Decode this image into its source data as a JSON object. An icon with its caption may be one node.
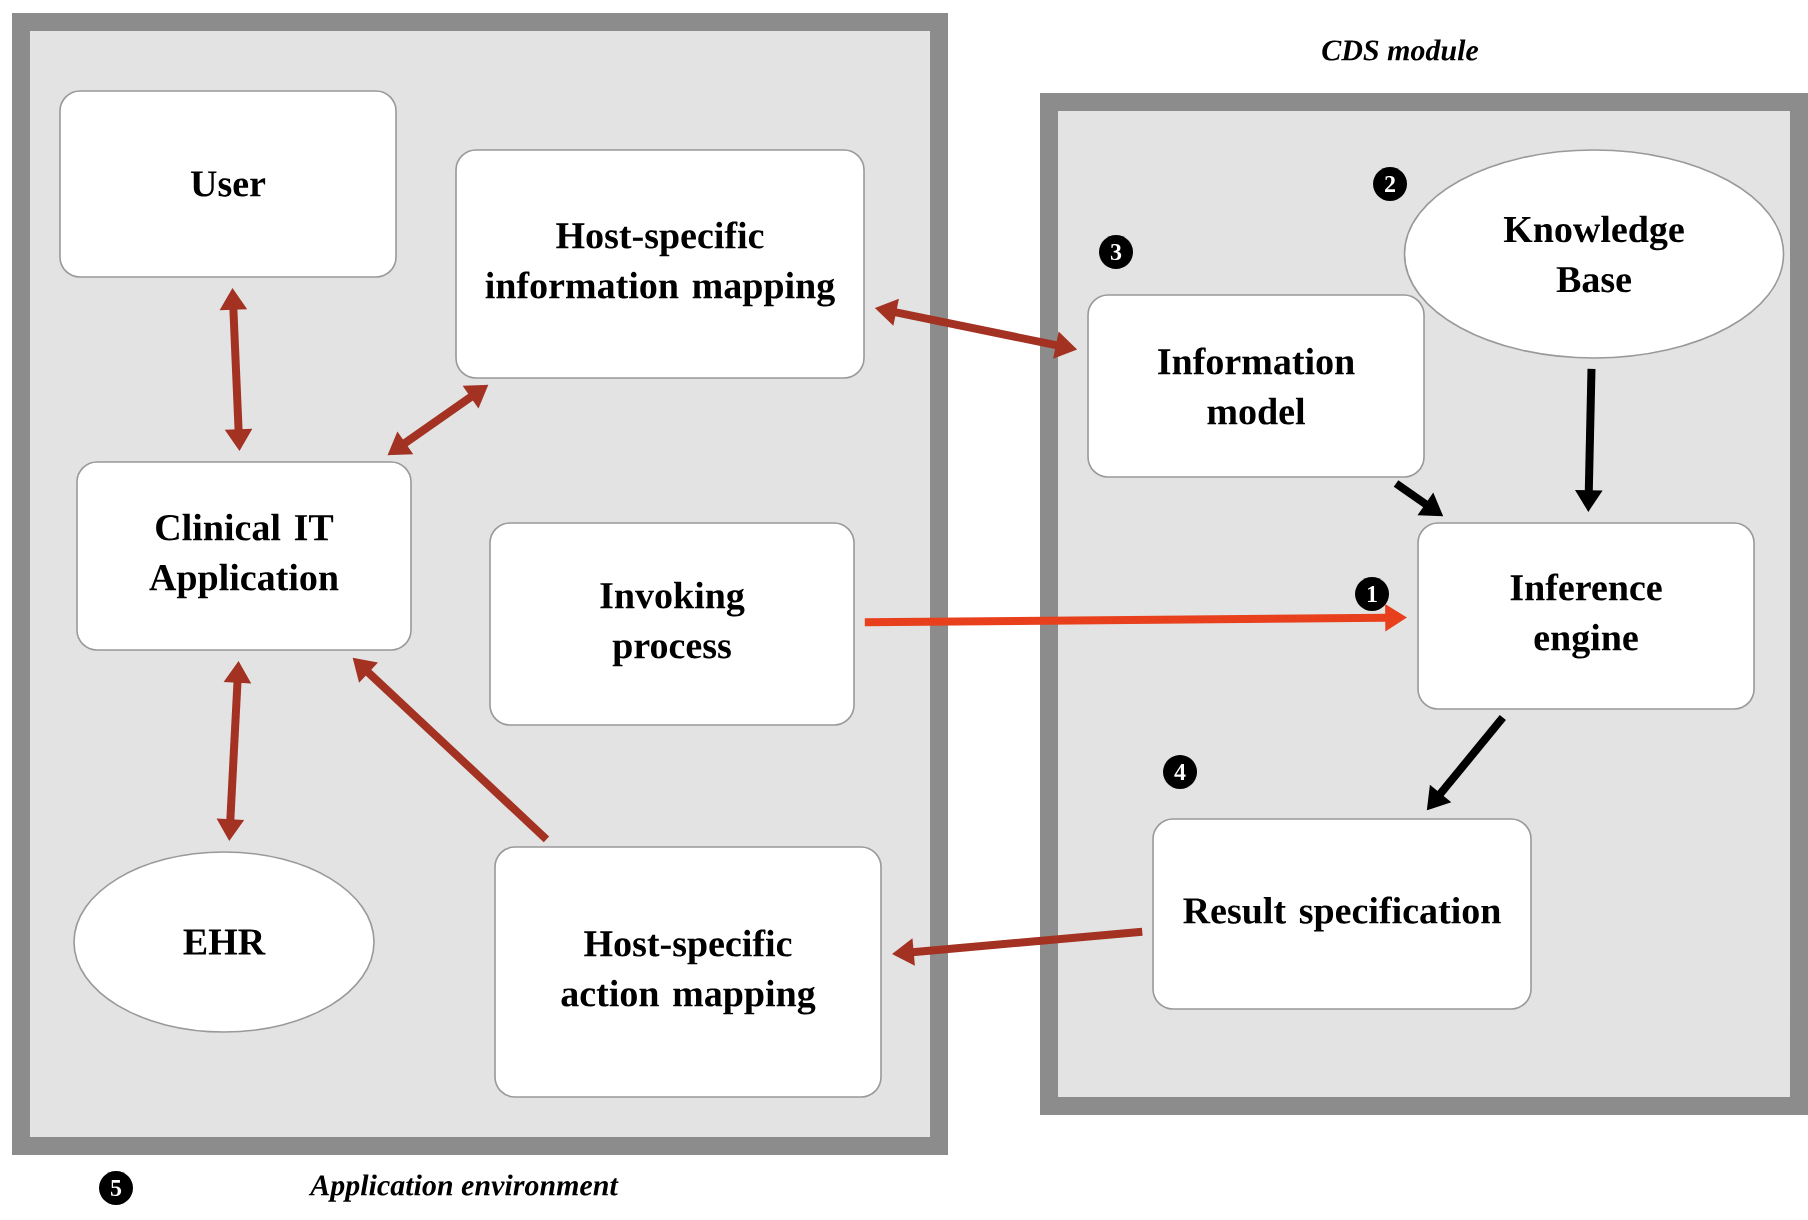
{
  "diagram": {
    "nodes": [
      {
        "text": [
          "Application environment"
        ],
        "beside": [
          "5"
        ]
      },
      {
        "text": [
          "CDS module"
        ]
      },
      {
        "text": [
          "User"
        ],
        "in": 0
      },
      {
        "text": [
          "Host-specific information mapping"
        ],
        "in": 0
      },
      {
        "text": [
          "Clinical IT Application"
        ],
        "in": 0
      },
      {
        "text": [
          "Invoking process"
        ],
        "in": 0
      },
      {
        "text": [
          "EHR"
        ],
        "in": 0
      },
      {
        "text": [
          "Host-specific action mapping"
        ],
        "in": 0
      },
      {
        "text": [
          "Knowledge Base"
        ],
        "in": 1,
        "beside": [
          "2"
        ]
      },
      {
        "text": [
          "Information model"
        ],
        "in": 1,
        "beside": [
          "3"
        ]
      },
      {
        "text": [
          "Inference engine"
        ],
        "in": 1,
        "beside": [
          "1"
        ]
      },
      {
        "text": [
          "Result specification"
        ],
        "in": 1,
        "beside": [
          "4"
        ]
      }
    ],
    "edges": [
      {
        "from": 2,
        "to": 4,
        "arrow": "both"
      },
      {
        "from": 4,
        "to": 3,
        "arrow": "both"
      },
      {
        "from": 3,
        "to": 9,
        "arrow": "both"
      },
      {
        "from": 5,
        "to": 10,
        "arrow": "to",
        "color": "#e8401c"
      },
      {
        "from": 9,
        "to": 10,
        "arrow": "to",
        "color": "#000000"
      },
      {
        "from": 8,
        "to": 10,
        "arrow": "to",
        "color": "#000000"
      },
      {
        "from": 4,
        "to": 6,
        "arrow": "both"
      },
      {
        "from": 7,
        "to": 4,
        "arrow": "to"
      },
      {
        "from": 10,
        "to": 11,
        "arrow": "to",
        "color": "#000000"
      },
      {
        "from": 11,
        "to": 7,
        "arrow": "to"
      }
    ]
  }
}
